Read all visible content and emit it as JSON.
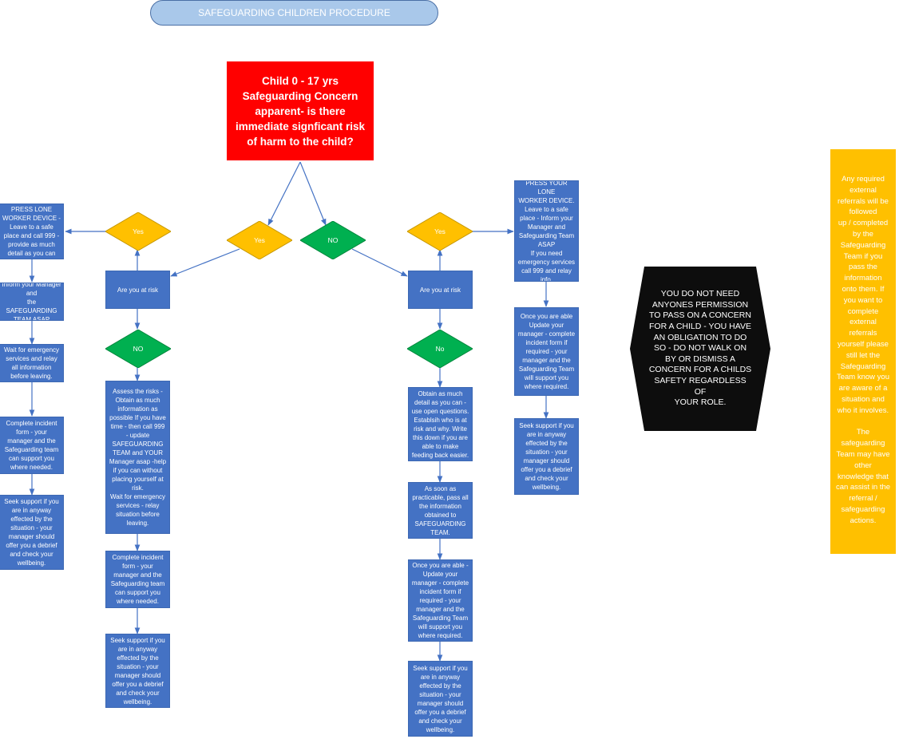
{
  "header": {
    "title": "SAFEGUARDING CHILDREN PROCEDURE"
  },
  "main_question": {
    "text": "Child 0 - 17 yrs\nSafeguarding Concern\napparent-  is there\nimmediate signficant risk\nof harm to the child?"
  },
  "decisions": {
    "yes_main": "Yes",
    "no_main": "NO",
    "yes_left": "Yes",
    "no_left": "NO",
    "yes_right": "Yes",
    "no_right": "No"
  },
  "left_branch": {
    "at_risk": "Are you at risk",
    "risk_steps": [
      "PRESS LONE\nWORKER DEVICE -\nLeave to a safe\nplace and call 999 -\nprovide as much\ndetail as you can",
      "Inform your Manager\nand\nthe  SAFEGUARDING\nTEAM ASAP",
      "Wait for emergency\nservices and relay\nall information\nbefore leaving.",
      "Complete incident\nform - your\nmanager and the\nSafeguarding team\ncan support you\nwhere needed.",
      "Seek support if you\nare in anyway\neffected by the\nsituation - your\nmanager should\noffer you a debrief\nand check your\nwellbeing."
    ],
    "no_risk_steps": [
      "Assess the risks -\nObtain as much\ninformation as\npossible If you have\ntime - then call 999\n- update\nSAFEGUARDING\nTEAM and YOUR\nManager asap -help\nif you can without\nplacing yourself at\nrisk.\nWait for emergency\nservices - relay\nsituation before\nleaving.",
      "Complete incident\nform - your\nmanager and the\nSafeguarding team\ncan support you\nwhere needed.",
      "Seek support if you\nare in anyway\neffected by the\nsituation - your\nmanager should\noffer you a debrief\nand check your\nwellbeing."
    ]
  },
  "right_branch": {
    "at_risk": "Are you at risk",
    "risk_steps": [
      "PRESS YOUR LONE\nWORKER DEVICE.\nLeave to a safe\nplace  - Inform your\nManager and\nSafeguarding Team\nASAP\nIf you need\nemergency services\ncall 999 and relay\ninfo.",
      "Once you are able\nUpdate your\nmanager - complete\nincident form if\nrequired - your\nmanager and the\nSafeguarding Team\nwill support you\nwhere required.",
      "Seek support if you\nare in anyway\neffected by the\nsituation - your\nmanager should\noffer you a debrief\nand check your\nwellbeing."
    ],
    "no_risk_steps": [
      "Obtain as much\ndetail as you can -\nuse open questions.\nEstablsih who is at\nrisk and why.  Write\nthis down if you are\nable to make\nfeeding back easier.",
      "As soon as\npracticable, pass all\nthe information\nobtained to\nSAFEGUARDING\nTEAM.",
      "Once you are able -\nUpdate your\nmanager - complete\nincident form if\nrequired - your\nmanager and the\nSafeguarding Team\nwill support you\nwhere required.",
      "Seek support if you\nare in anyway\neffected by the\nsituation - your\nmanager should\noffer you a debrief\nand check your\nwellbeing."
    ]
  },
  "obligation_notice": "YOU DO NOT NEED\nANYONES PERMISSION\nTO PASS ON A CONCERN\nFOR A CHILD - YOU HAVE\nAN OBLIGATION TO DO\nSO - DO NOT WALK ON\nBY OR DISMISS A\nCONCERN FOR A CHILDS\nSAFETY REGARDLESS OF\nYOUR ROLE.",
  "referral_note": "Any required\nexternal\nreferrals will be\nfollowed\nup /  completed\nby the\nSafeguarding\nTeam if you\npass the\ninformation\nonto them.  If\nyou want to\ncomplete\nexternal\nreferrals\nyourself please\nstill let the\nSafeguarding\nTeam know you\nare aware of a\nsituation and\nwho it involves.\n\nThe\nsafeguarding\nTeam may have\nother\nknowledge that\ncan assist in the\nreferral /\nsafeguarding\nactions.",
  "colors": {
    "process_box": "#4472c4",
    "yes_diamond": "#ffc000",
    "no_diamond": "#00b050",
    "main_question": "#ff0000",
    "notice": "#0d0d0d",
    "connector": "#4472c4"
  }
}
